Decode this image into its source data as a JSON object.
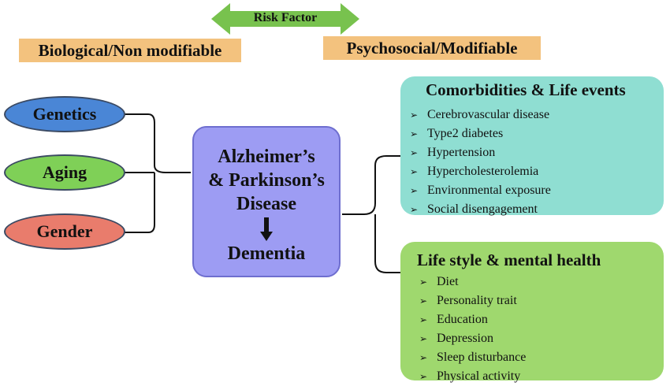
{
  "header": {
    "arrow_label": "Risk Factor",
    "left_category": "Biological/Non modifiable",
    "right_category": "Psychosocial/Modifiable"
  },
  "biological_factors": [
    "Genetics",
    "Aging",
    "Gender"
  ],
  "center": {
    "title_lines": [
      "Alzheimer’s",
      "& Parkinson’s",
      "Disease"
    ],
    "outcome": "Dementia"
  },
  "comorbidities": {
    "title": "Comorbidities & Life events",
    "items": [
      "Cerebrovascular disease",
      "Type2 diabetes",
      "Hypertension",
      "Hypercholesterolemia",
      "Environmental exposure",
      "Social disengagement"
    ]
  },
  "lifestyle": {
    "title": "Life style & mental health",
    "items": [
      "Diet",
      "Personality trait",
      "Education",
      "Depression",
      "Sleep disturbance",
      "Physical activity"
    ]
  },
  "colors": {
    "arrow": "#78c24e",
    "category_bg": "#f3c27e",
    "genetics": "#4a86d6",
    "aging": "#7fd057",
    "gender": "#e97c6c",
    "center_bg": "#9d9cf3",
    "comorbidities_bg": "#8fded2",
    "lifestyle_bg": "#9fd86e"
  },
  "icons": {
    "bullet": "arrowhead-bullet-icon",
    "down_arrow": "down-arrow-icon"
  }
}
